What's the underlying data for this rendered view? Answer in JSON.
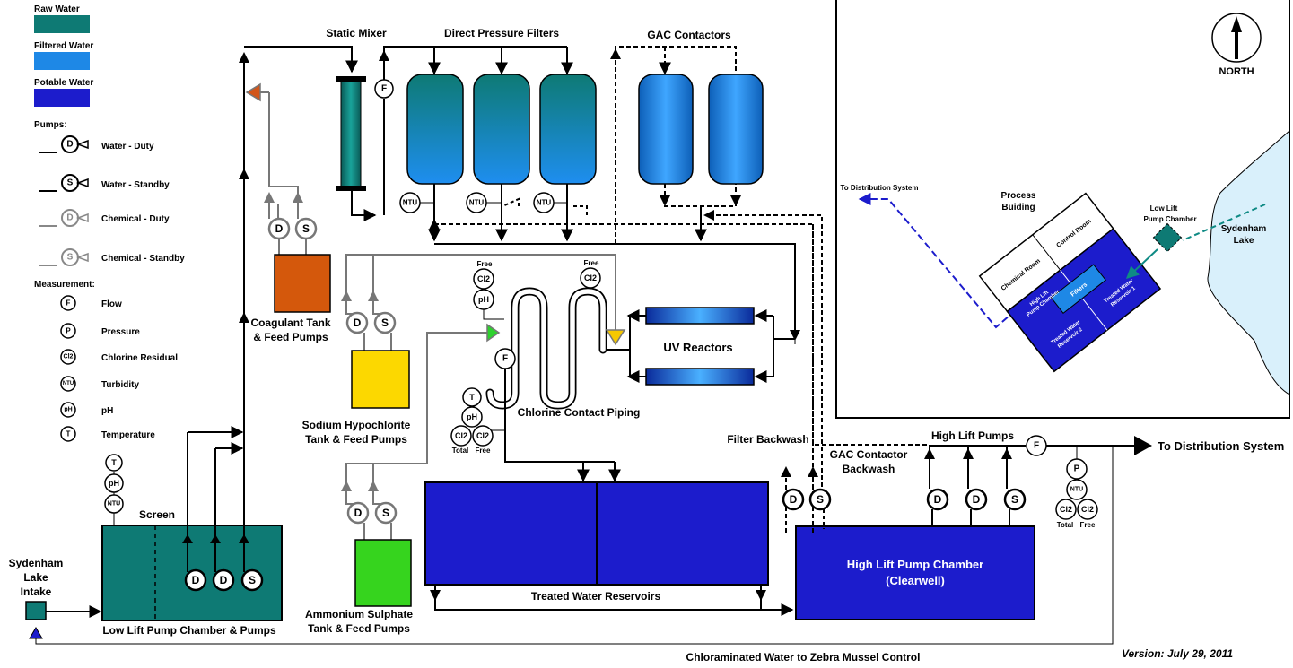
{
  "legend": {
    "raw_water": "Raw Water",
    "filtered_water": "Filtered Water",
    "potable_water": "Potable Water",
    "pumps_heading": "Pumps:",
    "water_duty": "Water - Duty",
    "water_standby": "Water - Standby",
    "chemical_duty": "Chemical - Duty",
    "chemical_standby": "Chemical - Standby",
    "measurement_heading": "Measurement:",
    "flow": "Flow",
    "pressure": "Pressure",
    "chlorine_residual": "Chlorine Residual",
    "turbidity": "Turbidity",
    "ph": "pH",
    "temperature": "Temperature",
    "colors": {
      "raw": "#0e7a74",
      "filtered": "#1e88e6",
      "potable": "#1c1ccc"
    }
  },
  "symbols": {
    "duty": "D",
    "standby": "S",
    "flow": "F",
    "pressure": "P",
    "cl2": "Cl2",
    "ntu": "NTU",
    "ph": "pH",
    "temp": "T"
  },
  "labels": {
    "static_mixer": "Static Mixer",
    "direct_pressure_filters": "Direct Pressure Filters",
    "gac_contactors": "GAC Contactors",
    "coagulant_tank_l1": "Coagulant Tank",
    "coagulant_tank_l2": "& Feed Pumps",
    "hypochlorite_l1": "Sodium Hypochlorite",
    "hypochlorite_l2": "Tank & Feed Pumps",
    "ammonium_l1": "Ammonium Sulphate",
    "ammonium_l2": "Tank & Feed Pumps",
    "screen": "Screen",
    "low_lift": "Low Lift Pump Chamber & Pumps",
    "intake_l1": "Sydenham",
    "intake_l2": "Lake",
    "intake_l3": "Intake",
    "chlorine_contact": "Chlorine Contact Piping",
    "uv_reactors": "UV Reactors",
    "treated_reservoirs": "Treated Water Reservoirs",
    "filter_backwash": "Filter Backwash",
    "gac_backwash_l1": "GAC Contactor",
    "gac_backwash_l2": "Backwash",
    "high_lift_pumps": "High Lift Pumps",
    "high_lift_chamber_l1": "High Lift Pump Chamber",
    "high_lift_chamber_l2": "(Clearwell)",
    "to_distribution": "To Distribution System",
    "zebra_mussel": "Chloraminated Water to Zebra Mussel Control",
    "version": "Version: July 29, 2011",
    "free": "Free",
    "total": "Total"
  },
  "site_plan": {
    "north": "NORTH",
    "to_distribution": "To Distribution System",
    "process_building_l1": "Process",
    "process_building_l2": "Buiding",
    "chemical_room": "Chemical Room",
    "control_room": "Control Room",
    "high_lift_l1": "High Lift",
    "high_lift_l2": "Pump Chamber",
    "filters": "Filters",
    "twr2_l1": "Treated Water",
    "twr2_l2": "Reservoir 2",
    "twr1_l1": "Treated Water",
    "twr1_l2": "Reservoir 1",
    "low_lift_l1": "Low Lift",
    "low_lift_l2": "Pump Chamber",
    "lake_l1": "Sydenham",
    "lake_l2": "Lake"
  }
}
